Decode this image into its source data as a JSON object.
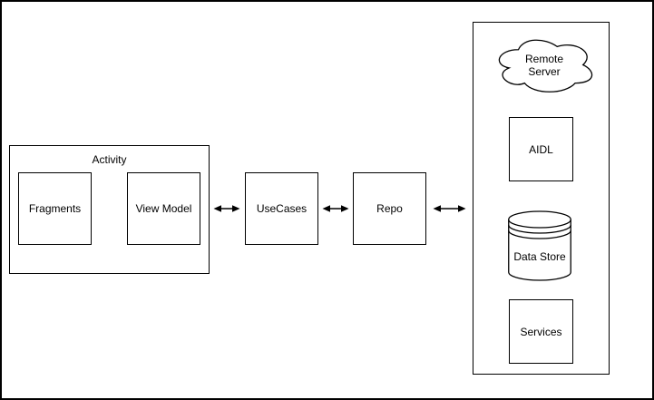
{
  "diagram": {
    "background": "#ffffff",
    "stroke_color": "#000000",
    "activity_group": {
      "title": "Activity"
    },
    "fragments": {
      "label": "Fragments"
    },
    "view_model": {
      "label": "View Model"
    },
    "usecases": {
      "label": "UseCases"
    },
    "repo": {
      "label": "Repo"
    },
    "remote_server": {
      "label": "Remote Server"
    },
    "aidl": {
      "label": "AIDL"
    },
    "data_store": {
      "label": "Data Store"
    },
    "services": {
      "label": "Services"
    }
  }
}
